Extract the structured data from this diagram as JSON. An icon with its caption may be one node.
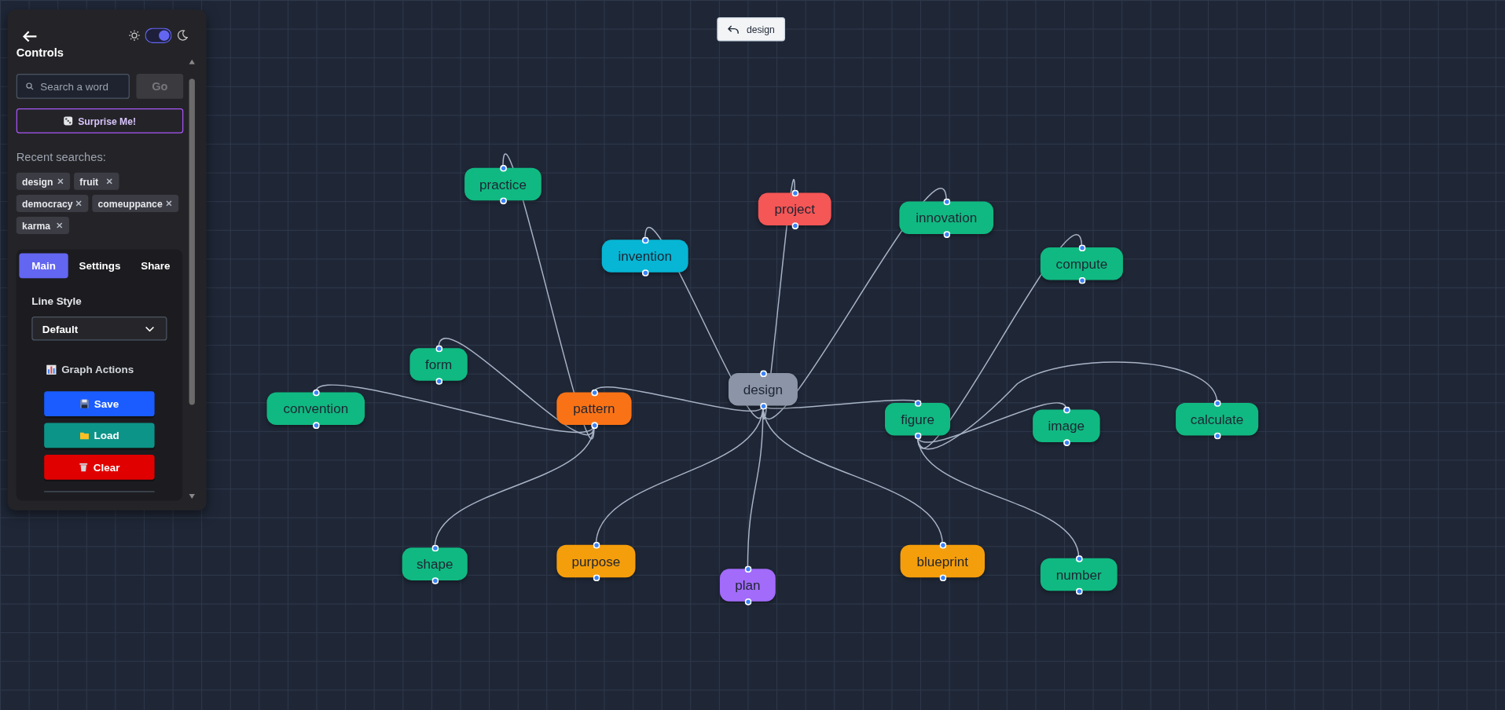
{
  "diagram": {
    "nodes": [
      {
        "text": [
          "practice"
        ]
      },
      {
        "text": [
          "invention"
        ]
      },
      {
        "text": [
          "project"
        ]
      },
      {
        "text": [
          "innovation"
        ]
      },
      {
        "text": [
          "compute"
        ]
      },
      {
        "text": [
          "convention"
        ]
      },
      {
        "text": [
          "form"
        ]
      },
      {
        "text": [
          "pattern"
        ]
      },
      {
        "text": [
          "design"
        ]
      },
      {
        "text": [
          "figure"
        ]
      },
      {
        "text": [
          "image"
        ]
      },
      {
        "text": [
          "calculate"
        ]
      },
      {
        "text": [
          "shape"
        ]
      },
      {
        "text": [
          "purpose"
        ]
      },
      {
        "text": [
          "plan"
        ]
      },
      {
        "text": [
          "blueprint"
        ]
      },
      {
        "text": [
          "number"
        ]
      }
    ],
    "edges": [
      {
        "from": 8,
        "to": 7,
        "arrow": "none"
      },
      {
        "from": 8,
        "to": 1,
        "arrow": "none"
      },
      {
        "from": 8,
        "to": 2,
        "arrow": "none"
      },
      {
        "from": 8,
        "to": 3,
        "arrow": "none"
      },
      {
        "from": 8,
        "to": 9,
        "arrow": "none"
      },
      {
        "from": 8,
        "to": 13,
        "arrow": "none"
      },
      {
        "from": 8,
        "to": 14,
        "arrow": "none"
      },
      {
        "from": 8,
        "to": 15,
        "arrow": "none"
      },
      {
        "from": 7,
        "to": 0,
        "arrow": "none"
      },
      {
        "from": 7,
        "to": 6,
        "arrow": "none"
      },
      {
        "from": 7,
        "to": 5,
        "arrow": "none"
      },
      {
        "from": 7,
        "to": 12,
        "arrow": "none"
      },
      {
        "from": 9,
        "to": 4,
        "arrow": "none"
      },
      {
        "from": 9,
        "to": 10,
        "arrow": "none"
      },
      {
        "from": 9,
        "to": 11,
        "arrow": "none"
      },
      {
        "from": 9,
        "to": 16,
        "arrow": "none"
      }
    ],
    "labels": [
      "Controls",
      "Search a word",
      "Go",
      "Surprise Me!",
      "Recent searches:",
      "design",
      "fruit",
      "democracy",
      "comeuppance",
      "karma",
      "Main",
      "Settings",
      "Share",
      "Line Style",
      "Default",
      "Graph Actions",
      "Save",
      "Load",
      "Clear",
      "design"
    ]
  }
}
